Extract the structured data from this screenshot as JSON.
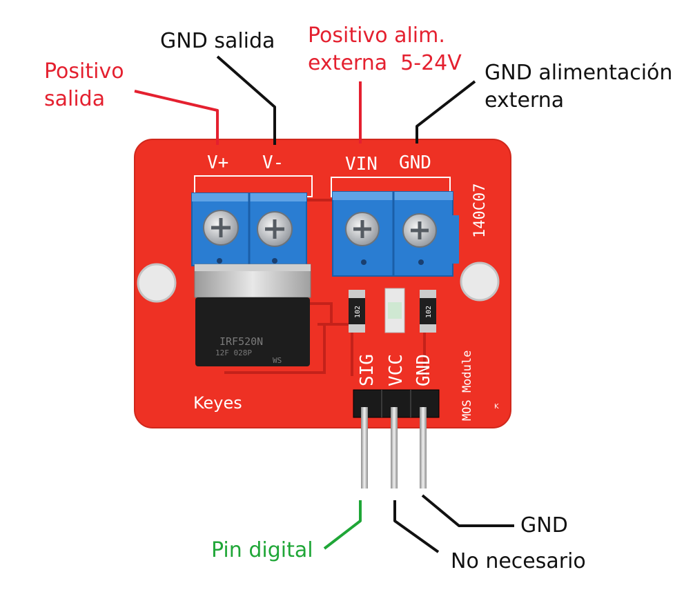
{
  "board": {
    "terminal_labels": [
      "V+",
      "V-",
      "VIN",
      "GND"
    ],
    "header_labels": [
      "SIG",
      "VCC",
      "GND"
    ],
    "chip_code": "140C07",
    "brand": "Keyes",
    "module_label": "MOS Module",
    "mosfet_text": [
      "IRF520N",
      "12F 028P",
      "WS"
    ],
    "resistor_text": "102",
    "corner_mark": "K",
    "colors": {
      "pcb": "#ee3124",
      "terminal": "#2a7dd2",
      "silk": "#ffffff"
    }
  },
  "callouts": {
    "positive_output": {
      "lines": [
        "Positivo",
        "salida"
      ],
      "color": "#e4202f"
    },
    "gnd_output": {
      "lines": [
        "GND salida"
      ],
      "color": "#111111"
    },
    "positive_external": {
      "lines": [
        "Positivo alim.",
        "externa  5-24V"
      ],
      "color": "#e4202f"
    },
    "gnd_external": {
      "lines": [
        "GND alimentación",
        "externa"
      ],
      "color": "#111111"
    },
    "pin_digital": {
      "lines": [
        "Pin digital"
      ],
      "color": "#1fa637"
    },
    "not_needed": {
      "lines": [
        "No necesario"
      ],
      "color": "#111111"
    },
    "gnd_pin": {
      "lines": [
        "GND"
      ],
      "color": "#111111"
    }
  }
}
